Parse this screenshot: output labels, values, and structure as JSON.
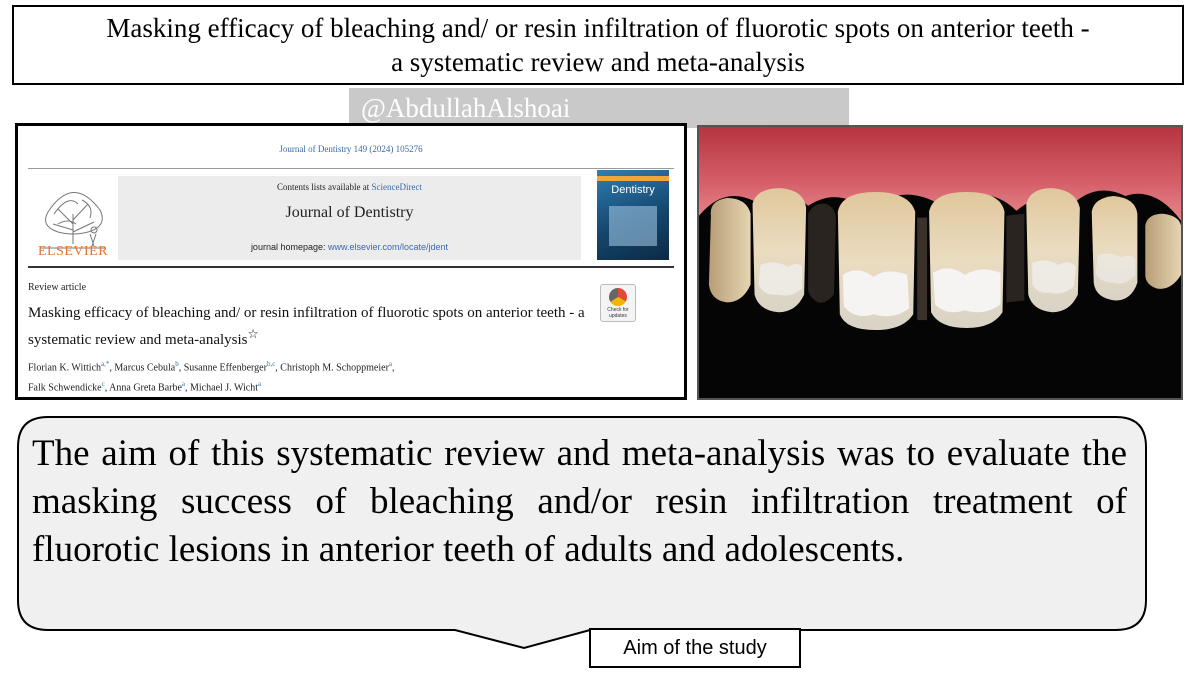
{
  "title": {
    "line1": "Masking efficacy of bleaching and/ or resin infiltration of fluorotic spots on anterior teeth -",
    "line2": "a systematic review and meta-analysis"
  },
  "watermark": "@AbdullahAlshoai",
  "paper": {
    "journal_ref": "Journal of Dentistry 149 (2024) 105276",
    "contents_prefix": "Contents lists available at ",
    "contents_link": "ScienceDirect",
    "journal_name": "Journal of Dentistry",
    "homepage_prefix": "journal homepage: ",
    "homepage_link": "www.elsevier.com/locate/jdent",
    "publisher": "ELSEVIER",
    "cover_word": "Dentistry",
    "article_type": "Review article",
    "article_title": "Masking efficacy of bleaching and/ or resin infiltration of fluorotic spots on anterior teeth - a systematic review and meta-analysis",
    "title_star": "☆",
    "check_updates": "Check for updates",
    "authors": [
      {
        "name": "Florian K. Wittich",
        "sup": "a,*",
        "sep": ", "
      },
      {
        "name": "Marcus Cebula",
        "sup": "b",
        "sep": ", "
      },
      {
        "name": "Susanne Effenberger",
        "sup": "b,c",
        "sep": ", "
      },
      {
        "name": "Christoph M. Schoppmeier",
        "sup": "a",
        "sep": ","
      },
      {
        "name": "Falk Schwendicke",
        "sup": "c",
        "sep": ", "
      },
      {
        "name": "Anna Greta Barbe",
        "sup": "a",
        "sep": ", "
      },
      {
        "name": "Michael J. Wicht",
        "sup": "a",
        "sep": ""
      }
    ]
  },
  "callout": {
    "text": "The aim of this systematic review and meta-analysis was to evaluate the masking success of bleaching and/or resin infiltration treatment of fluorotic lesions in anterior teeth of adults and adolescents."
  },
  "label": "Aim of the study",
  "colors": {
    "link_blue": "#3b6aa5",
    "elsevier_orange": "#e8752a",
    "watermark_gray": "#c9c9c9",
    "callout_fill": "#f0f0f0"
  }
}
